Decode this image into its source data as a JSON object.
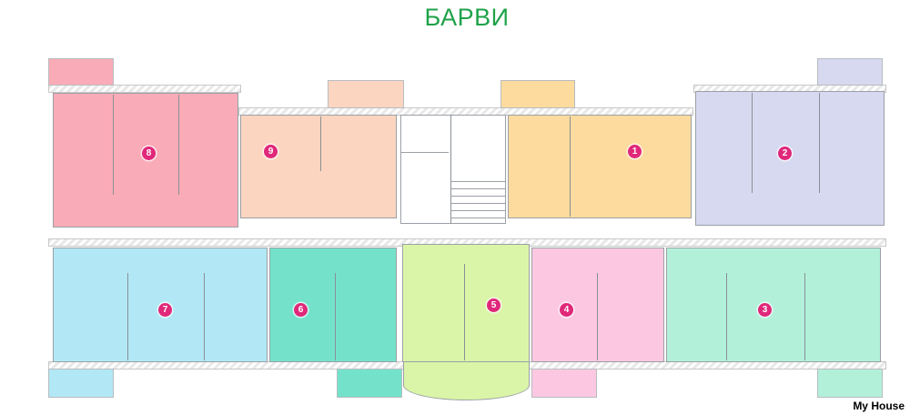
{
  "title": "БАРВИ",
  "watermark": "My House",
  "marker_color": "#e0287a",
  "units": [
    {
      "number": "8",
      "color": "#f9acb7"
    },
    {
      "number": "9",
      "color": "#fcd5c0"
    },
    {
      "number": "1",
      "color": "#fddb9e"
    },
    {
      "number": "2",
      "color": "#d7d9f0"
    },
    {
      "number": "7",
      "color": "#b2e8f5"
    },
    {
      "number": "6",
      "color": "#74e2cb"
    },
    {
      "number": "5",
      "color": "#daf5a8"
    },
    {
      "number": "4",
      "color": "#fcc8e1"
    },
    {
      "number": "3",
      "color": "#b3f0da"
    }
  ]
}
